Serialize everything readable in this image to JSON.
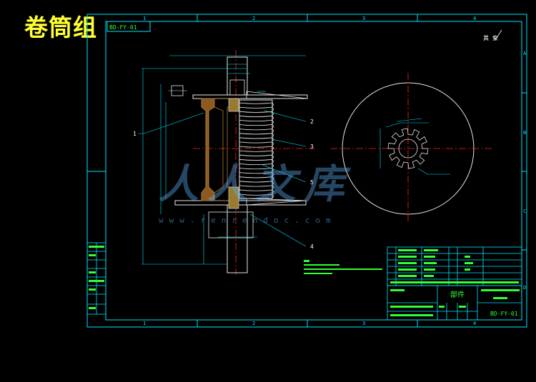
{
  "title": "卷筒组",
  "drawing_number_box": "BD-FY-01",
  "top_right_symbol": "其 余",
  "zone_columns": [
    "1",
    "2",
    "3",
    "4"
  ],
  "zone_rows": [
    "A",
    "B",
    "C",
    "D"
  ],
  "leader_labels": [
    "1",
    "2",
    "3",
    "4",
    "5"
  ],
  "watermark": "人人文库",
  "watermark_url": "www.renrendoc.com",
  "title_block": {
    "name": "部件",
    "code": "BD-FY-01"
  },
  "colors": {
    "frame": "#00e5ff",
    "section": "#e8e8e8",
    "centerline": "#ff2020",
    "hatch": "#b07a30",
    "note": "#33ff33",
    "title": "#ffff33"
  }
}
